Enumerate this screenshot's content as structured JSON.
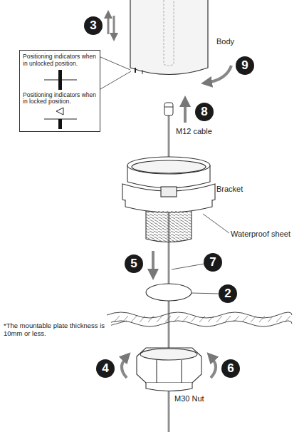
{
  "diagram": {
    "nodes": [
      {
        "text": [
          "Positioning indicators when in unlocked position.",
          "Positioning indicators when in locked position."
        ]
      }
    ],
    "labels": [
      "3",
      "Body",
      "9",
      "8",
      "M12 cable",
      "Bracket",
      "Waterproof sheet",
      "5",
      "7",
      "2",
      "*The mountable plate thickness is 10mm or less.",
      "4",
      "6",
      "M30 Nut"
    ]
  }
}
